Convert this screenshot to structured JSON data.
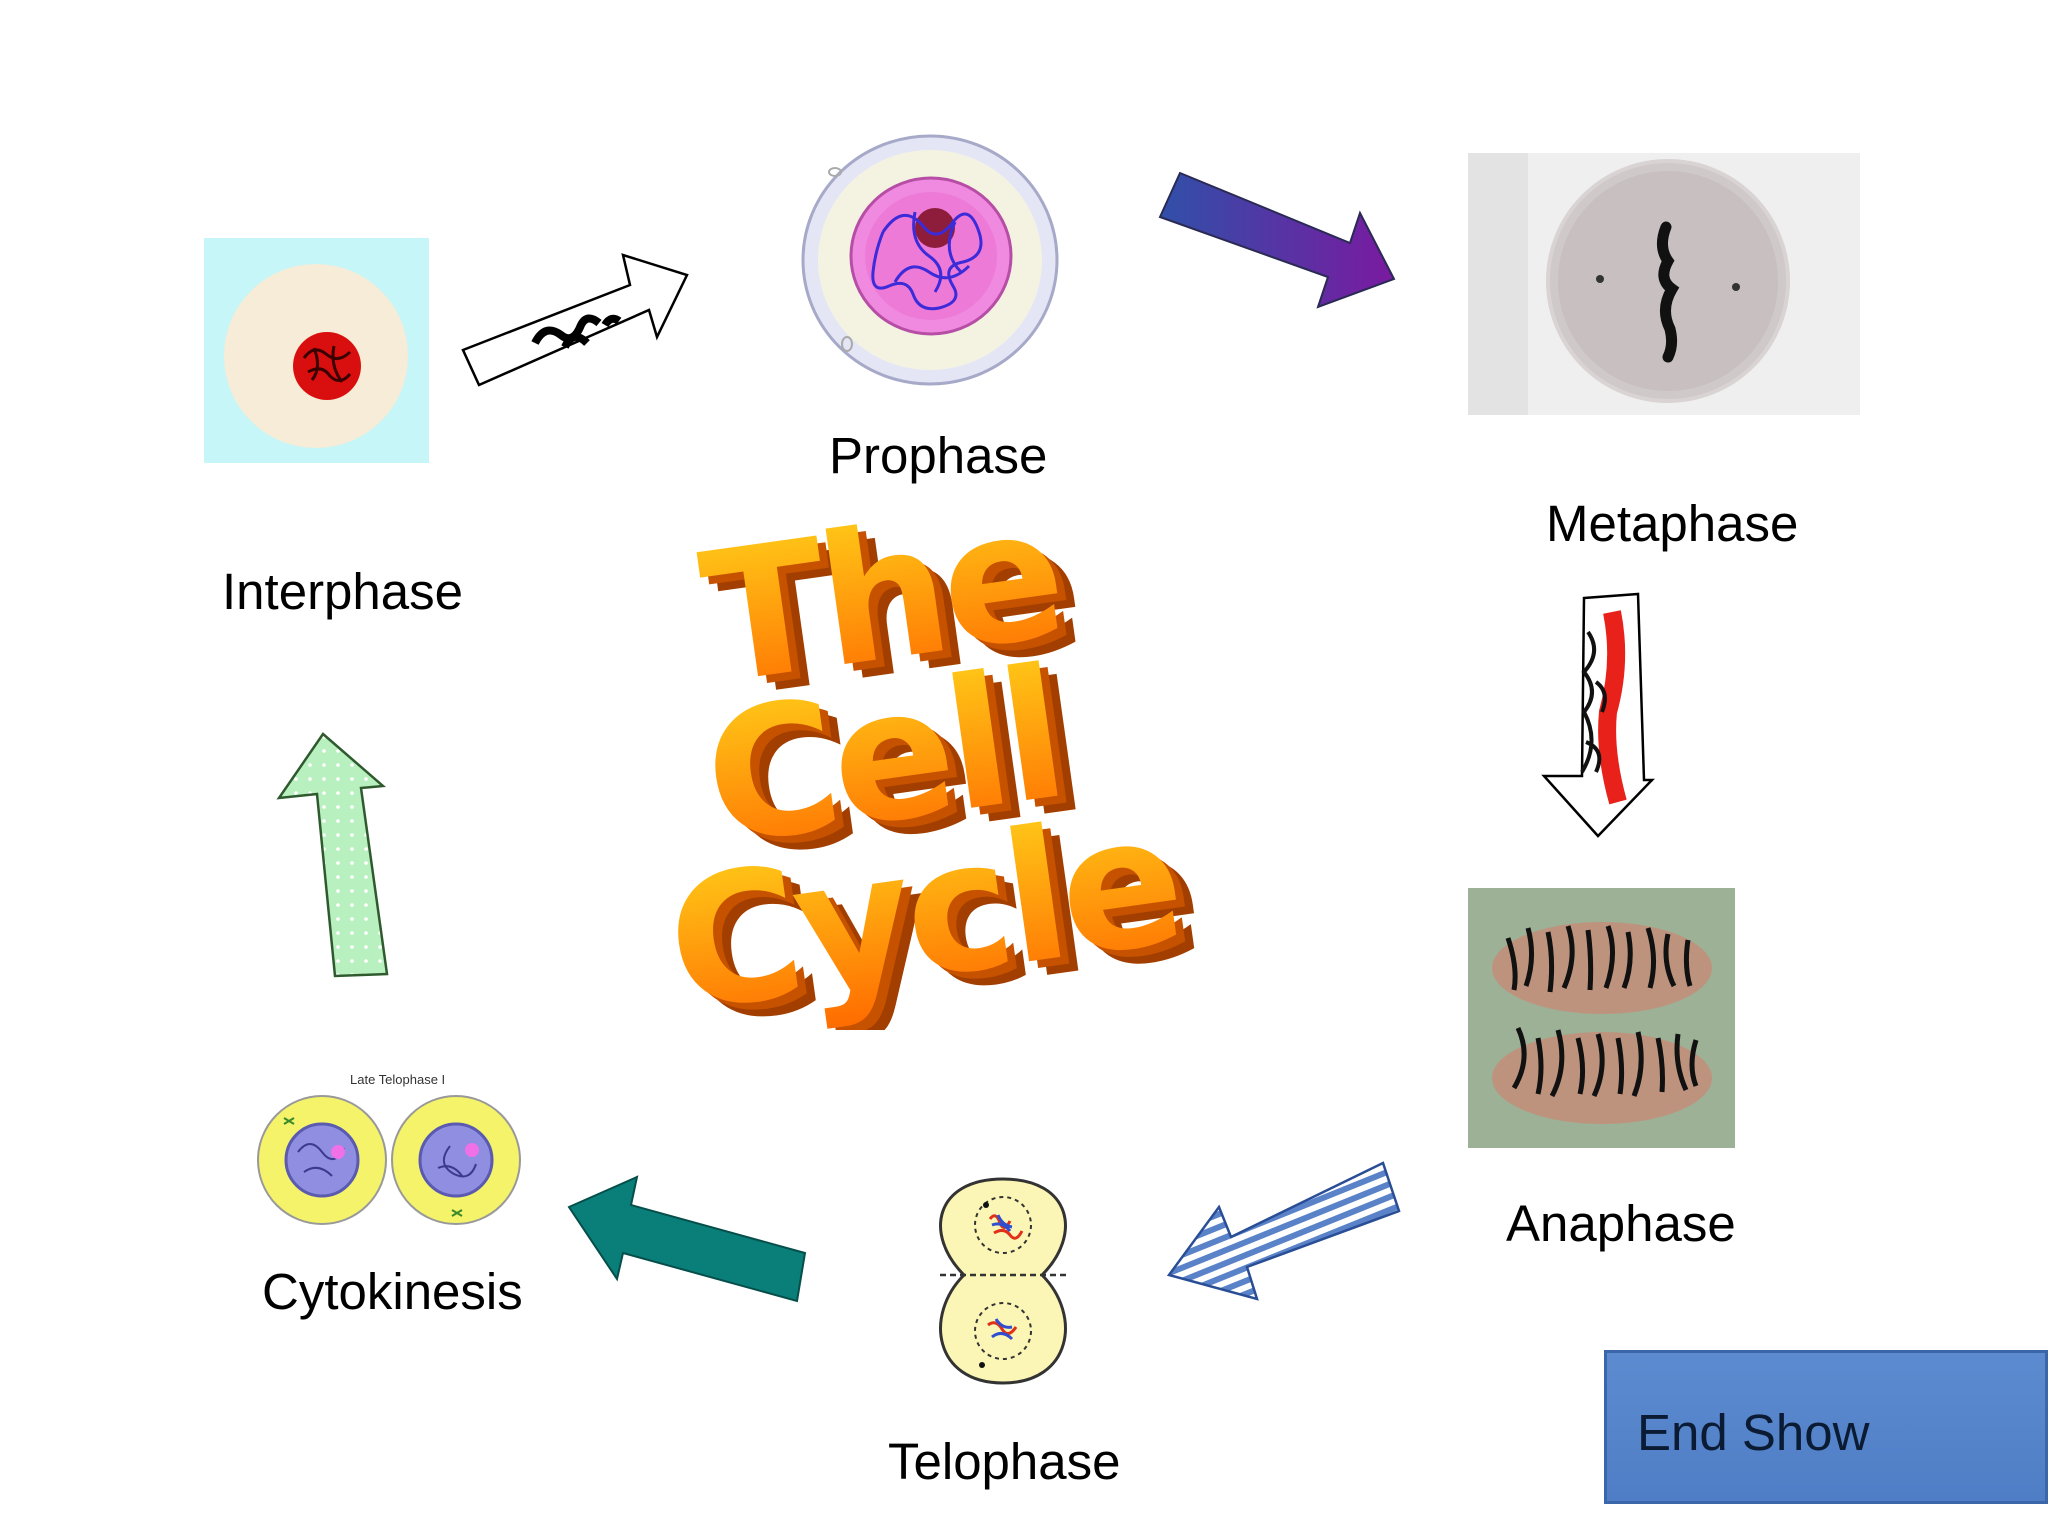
{
  "stages": {
    "interphase": "Interphase",
    "prophase": "Prophase",
    "metaphase": "Metaphase",
    "anaphase": "Anaphase",
    "telophase": "Telophase",
    "cytokinesis": "Cytokinesis"
  },
  "title_lines": [
    "The",
    "Cell",
    "Cycle"
  ],
  "cytokinesis_caption": "Late Telophase I",
  "button": {
    "end_show": "End Show"
  },
  "colors": {
    "title_top": "#ffd21a",
    "title_bottom": "#ff6a00",
    "title_side": "#b84a00",
    "button": "#5586cc",
    "teal_arrow": "#0a7f7a",
    "green_arrow": "#b9f0c0"
  }
}
